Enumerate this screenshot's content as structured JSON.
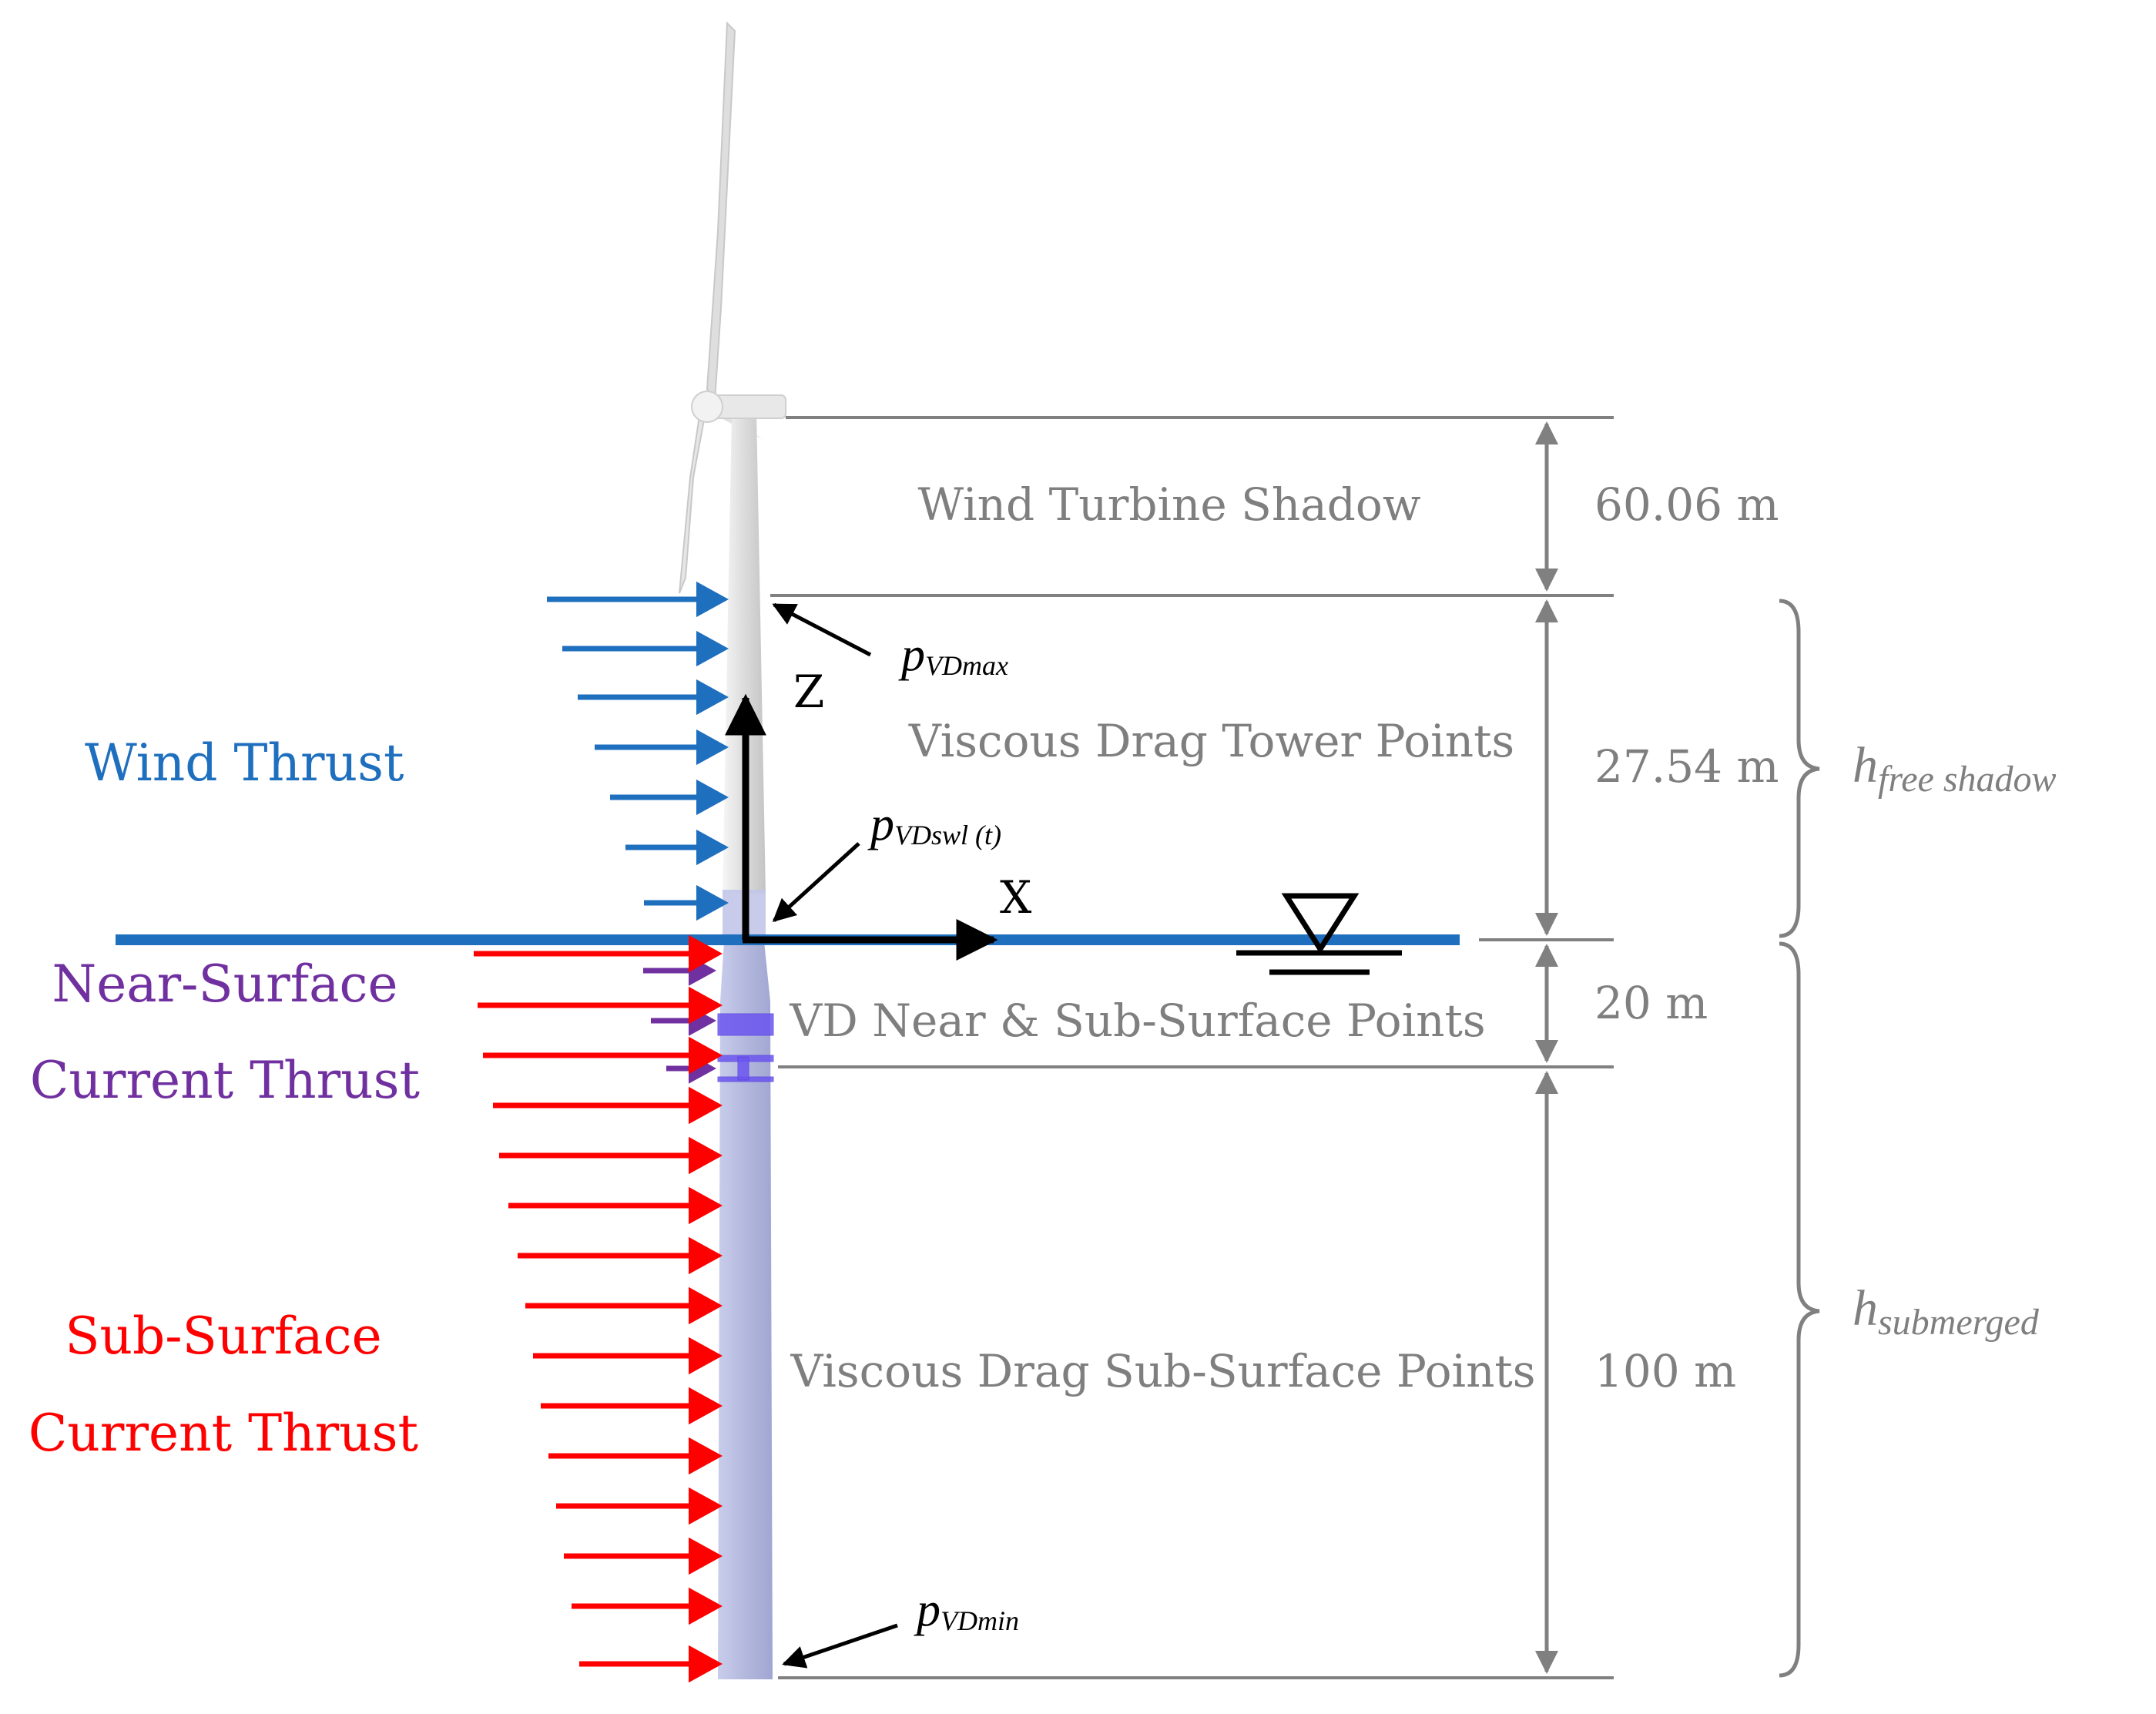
{
  "colors": {
    "wind": "#1f6fbf",
    "near_surface": "#7030a0",
    "sub_surface": "#ff0000",
    "dimension": "#808080",
    "water_line": "#1f6fbf",
    "submerged_tower": "#b8bde0",
    "tower": "#e2e2e2"
  },
  "labels": {
    "wind_thrust": "Wind Thrust",
    "near_surface_1": "Near-Surface",
    "near_surface_2": "Current Thrust",
    "sub_surface_1": "Sub-Surface",
    "sub_surface_2": "Current Thrust"
  },
  "axes": {
    "z": "Z",
    "x": "X"
  },
  "points": {
    "max": {
      "base": "p",
      "sub": "VDmax"
    },
    "swl": {
      "base": "p",
      "sub": "VDswl (t)"
    },
    "min": {
      "base": "p",
      "sub": "VDmin"
    }
  },
  "regions": {
    "shadow": "Wind Turbine Shadow",
    "tower": "Viscous Drag Tower Points",
    "near": "VD Near & Sub-Surface Points",
    "sub": "Viscous Drag Sub-Surface Points"
  },
  "dimensions": {
    "shadow": "60.06 m",
    "tower": "27.54 m",
    "near": "20 m",
    "sub": "100 m"
  },
  "brackets": {
    "free_shadow": "h",
    "free_shadow_sub": "free shadow",
    "submerged": "h",
    "submerged_sub": "submerged"
  }
}
